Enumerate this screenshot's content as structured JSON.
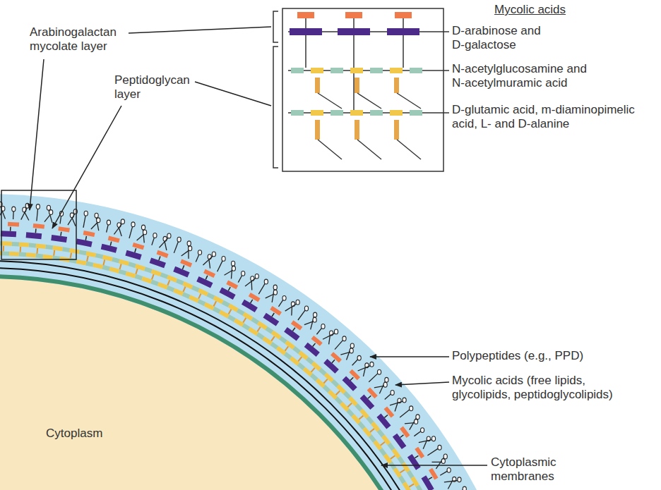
{
  "diagram": {
    "labels": [
      "Mycolic acids",
      "D-arabinose and D-galactose",
      "N-acetylglucosamine and N-acetylmuramic acid",
      "D-glutamic acid, m-diaminopimelic acid, L- and D-alanine",
      "Arabinogalactan mycolate layer",
      "Peptidoglycan layer",
      "Polypeptides (e.g., PPD)",
      "Mycolic acids (free lipids, glycolipids, peptidoglycolipids)",
      "Cytoplasm",
      "Cytoplasmic membranes"
    ]
  }
}
